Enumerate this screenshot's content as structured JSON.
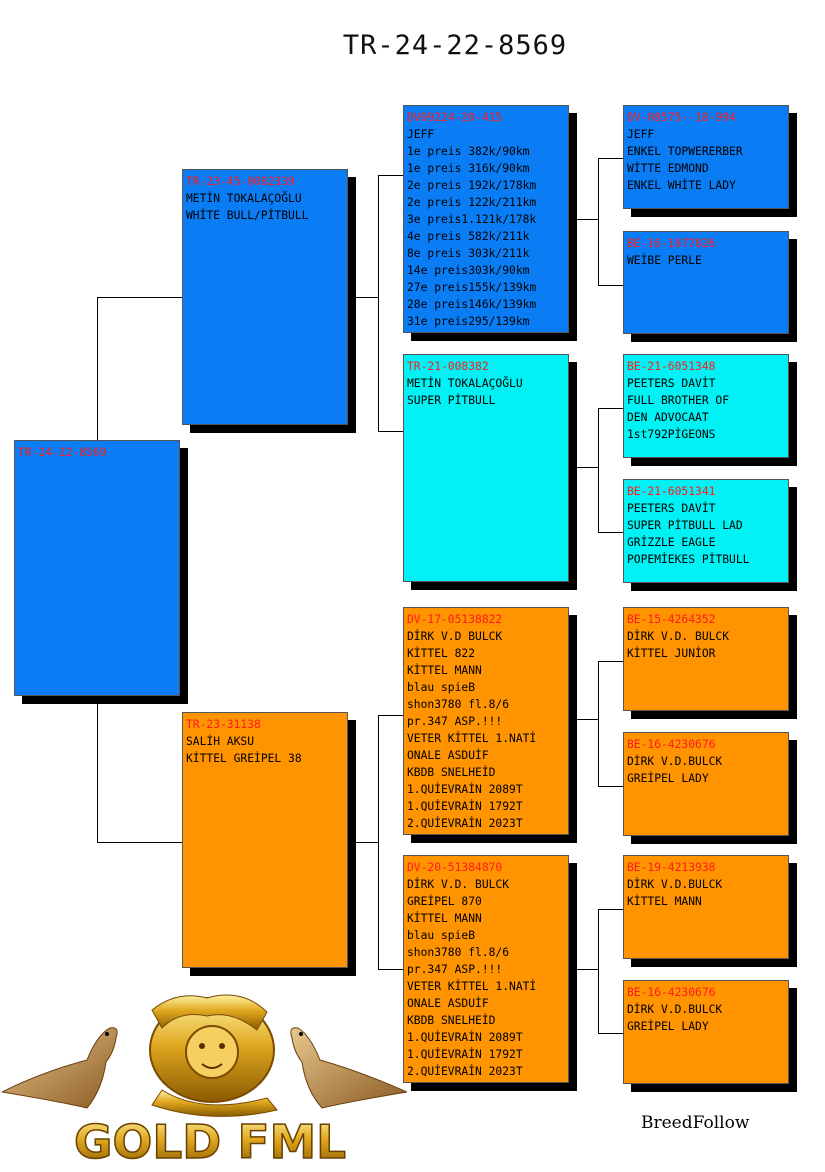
{
  "title": "TR-24-22-8569",
  "brand": "BreedFollow",
  "logo_text": "GOLD FML",
  "colors": {
    "blue": "#0a7df4",
    "cyan": "#00f2f4",
    "orange": "#ff9400",
    "ring": "#ff1a1a"
  },
  "subject": {
    "ring": "TR-24-22-8569",
    "lines": []
  },
  "sire": {
    "ring": "TR-23-45-0082339",
    "lines": [
      "METİN TOKALAÇOĞLU",
      "WHİTE BULL/PİTBULL"
    ]
  },
  "dam": {
    "ring": "TR-23-31138",
    "lines": [
      "SALİH AKSU",
      "KİTTEL GREİPEL 38"
    ]
  },
  "ss": {
    "ring": "DV09224-20-415",
    "lines": [
      "JEFF",
      "1e preis 382k/90km",
      "1e preis 316k/90km",
      "2e preis 192k/178km",
      "2e preis 122k/211km",
      "3e preis1.121k/178k",
      "4e preis 582k/211k",
      "8e preis 303k/211k",
      "14e preis303k/90km",
      "27e preis155k/139km",
      "28e preis146k/139km",
      "31e preis295/139km"
    ]
  },
  "sd": {
    "ring": "TR-21-008382",
    "lines": [
      "METİN TOKALAÇOĞLU",
      "SUPER PİTBULL"
    ]
  },
  "ds": {
    "ring": "DV-17-05138822",
    "lines": [
      "DİRK V.D BULCK",
      "KİTTEL 822",
      "KİTTEL MANN",
      "blau spieB",
      "shon3780 fl.8/6",
      "pr.347 ASP.!!!",
      "VETER KİTTEL 1.NATİ",
      "ONALE ASDUİF",
      "KBDB SNELHEİD",
      "1.QUİEVRAİN 2089T",
      "1.QUİEVRAİN 1792T",
      "2.QUİEVRAİN 2023T"
    ]
  },
  "dd": {
    "ring": "DV-20-51384870",
    "lines": [
      "DİRK V.D. BULCK",
      "GREİPEL 870",
      "KİTTEL MANN",
      "blau spieB",
      "shon3780 fl.8/6",
      "pr.347 ASP.!!!",
      "VETER KİTTEL 1.NATİ",
      "ONALE ASDUİF",
      "KBDB SNELHEİD",
      "1.QUİEVRAİN 2089T",
      "1.QUİEVRAİN 1792T",
      "2.QUİEVRAİN 2023T"
    ]
  },
  "sss": {
    "ring": "DV-08575--18-994",
    "lines": [
      "JEFF",
      "ENKEL TOPWERERBER",
      "WİTTE EDMOND",
      "ENKEL WHİTE LADY"
    ]
  },
  "ssd": {
    "ring": "BE-16-1077826",
    "lines": [
      "WEİBE PERLE"
    ]
  },
  "sds": {
    "ring": "BE-21-6051348",
    "lines": [
      "PEETERS DAVİT",
      "FULL BROTHER OF",
      "DEN ADVOCAAT",
      "1st792PİGEONS"
    ]
  },
  "sdd": {
    "ring": "BE-21-6051341",
    "lines": [
      "PEETERS DAVİT",
      "SUPER PİTBULL LAD",
      "GRİZZLE EAGLE",
      "POPEMİEKES PİTBULL"
    ]
  },
  "dss": {
    "ring": "BE-15-4264352",
    "lines": [
      "DİRK V.D. BULCK",
      "KİTTEL JUNİOR"
    ]
  },
  "dsd": {
    "ring": "BE-16-4230676",
    "lines": [
      "DİRK V.D.BULCK",
      "GREİPEL LADY"
    ]
  },
  "dds": {
    "ring": "BE-19-4213938",
    "lines": [
      "DİRK V.D.BULCK",
      "KİTTEL MANN"
    ]
  },
  "ddd": {
    "ring": "BE-16-4230676",
    "lines": [
      "DİRK V.D.BULCK",
      "GREİPEL LADY"
    ]
  }
}
